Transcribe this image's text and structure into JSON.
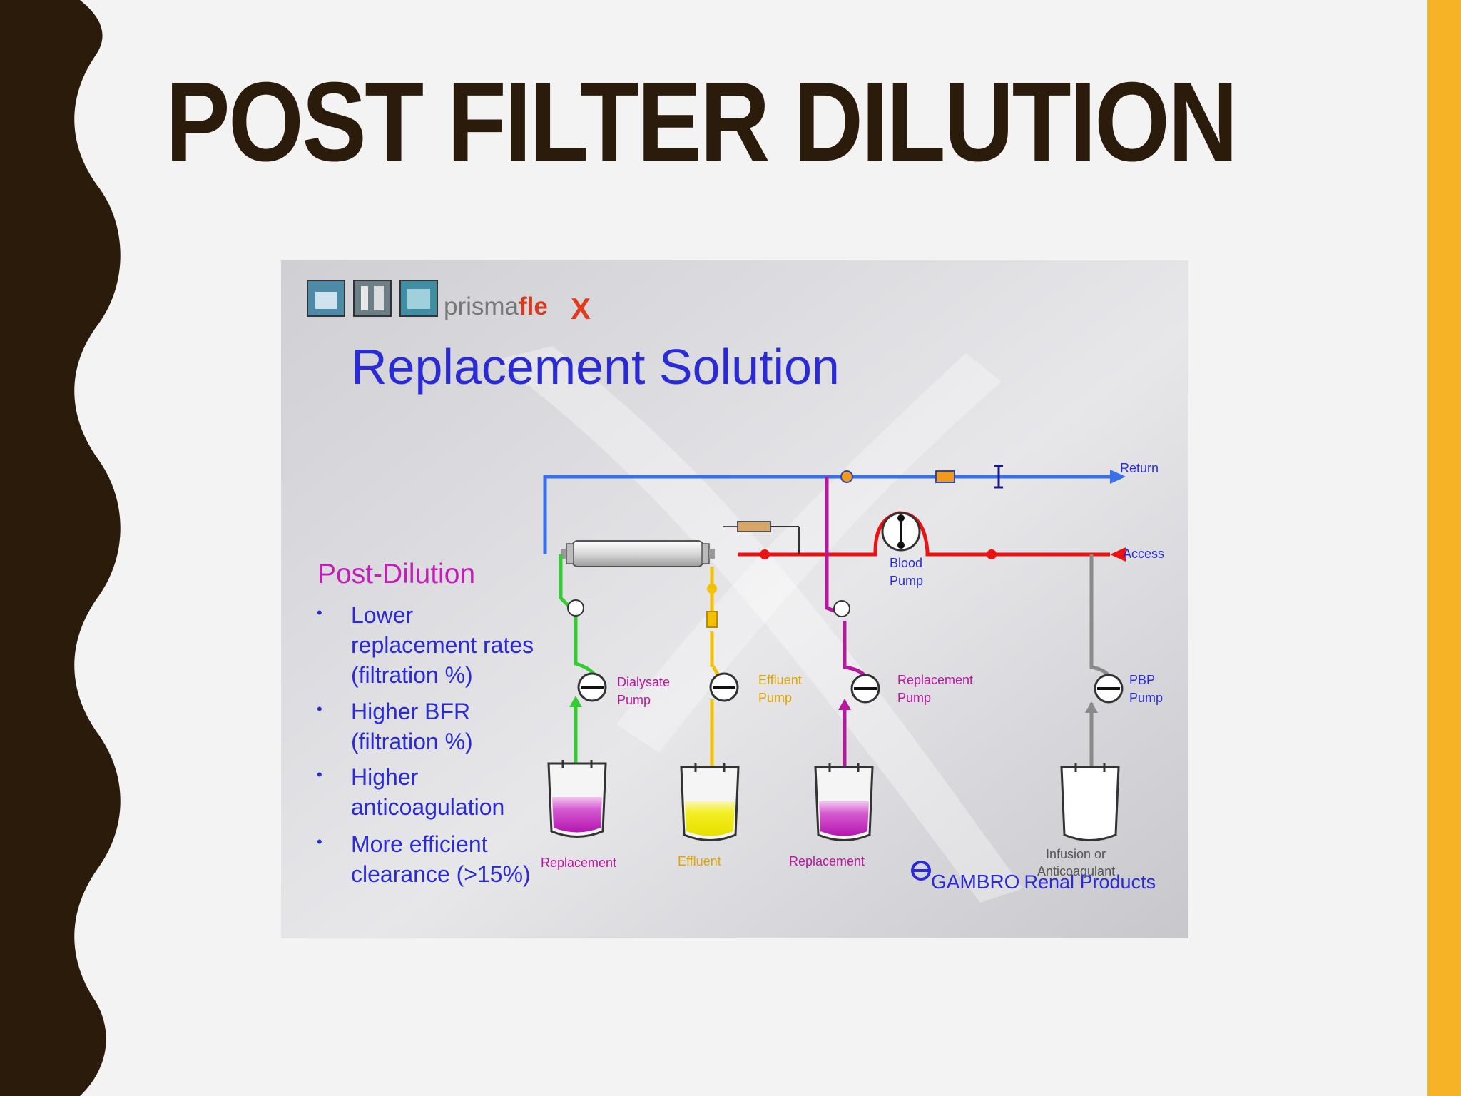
{
  "slide": {
    "title": "POST FILTER DILUTION"
  },
  "diagram": {
    "brand": {
      "prefix": "prisma",
      "suffix": "fle",
      "x_mark": "X"
    },
    "heading": "Replacement Solution",
    "post_dilution": {
      "title": "Post-Dilution",
      "bullets": [
        {
          "lines": [
            "Lower",
            "replacement rates",
            "(filtration %)"
          ]
        },
        {
          "lines": [
            "Higher BFR",
            "(filtration %)"
          ]
        },
        {
          "lines": [
            "Higher",
            "anticoagulation"
          ]
        },
        {
          "lines": [
            "More efficient",
            "clearance (>15%)"
          ]
        }
      ]
    },
    "labels": {
      "return": "Return",
      "access": "Access",
      "blood_pump": [
        "Blood",
        "Pump"
      ],
      "dialysate_pump": [
        "Dialysate",
        "Pump"
      ],
      "effluent_pump": [
        "Effluent",
        "Pump"
      ],
      "replacement_pump": [
        "Replacement",
        "Pump"
      ],
      "pbp_pump": [
        "PBP",
        "Pump"
      ]
    },
    "bags": {
      "replacement_1": "Replacement",
      "effluent": "Effluent",
      "replacement_2": "Replacement",
      "infusion": [
        "Infusion or",
        "Anticoagulant"
      ]
    },
    "footer": {
      "company": "GAMBRO",
      "division": "Renal Products"
    },
    "colors": {
      "return_line": "#3a6fe8",
      "access_line": "#ee1111",
      "dialysate_line": "#33cc33",
      "effluent_line": "#f2c200",
      "replacement_line": "#b8179f",
      "pbp_line": "#8a8a8a",
      "heading": "#2b2bd6",
      "post_dilution_title": "#c21fb8"
    }
  }
}
